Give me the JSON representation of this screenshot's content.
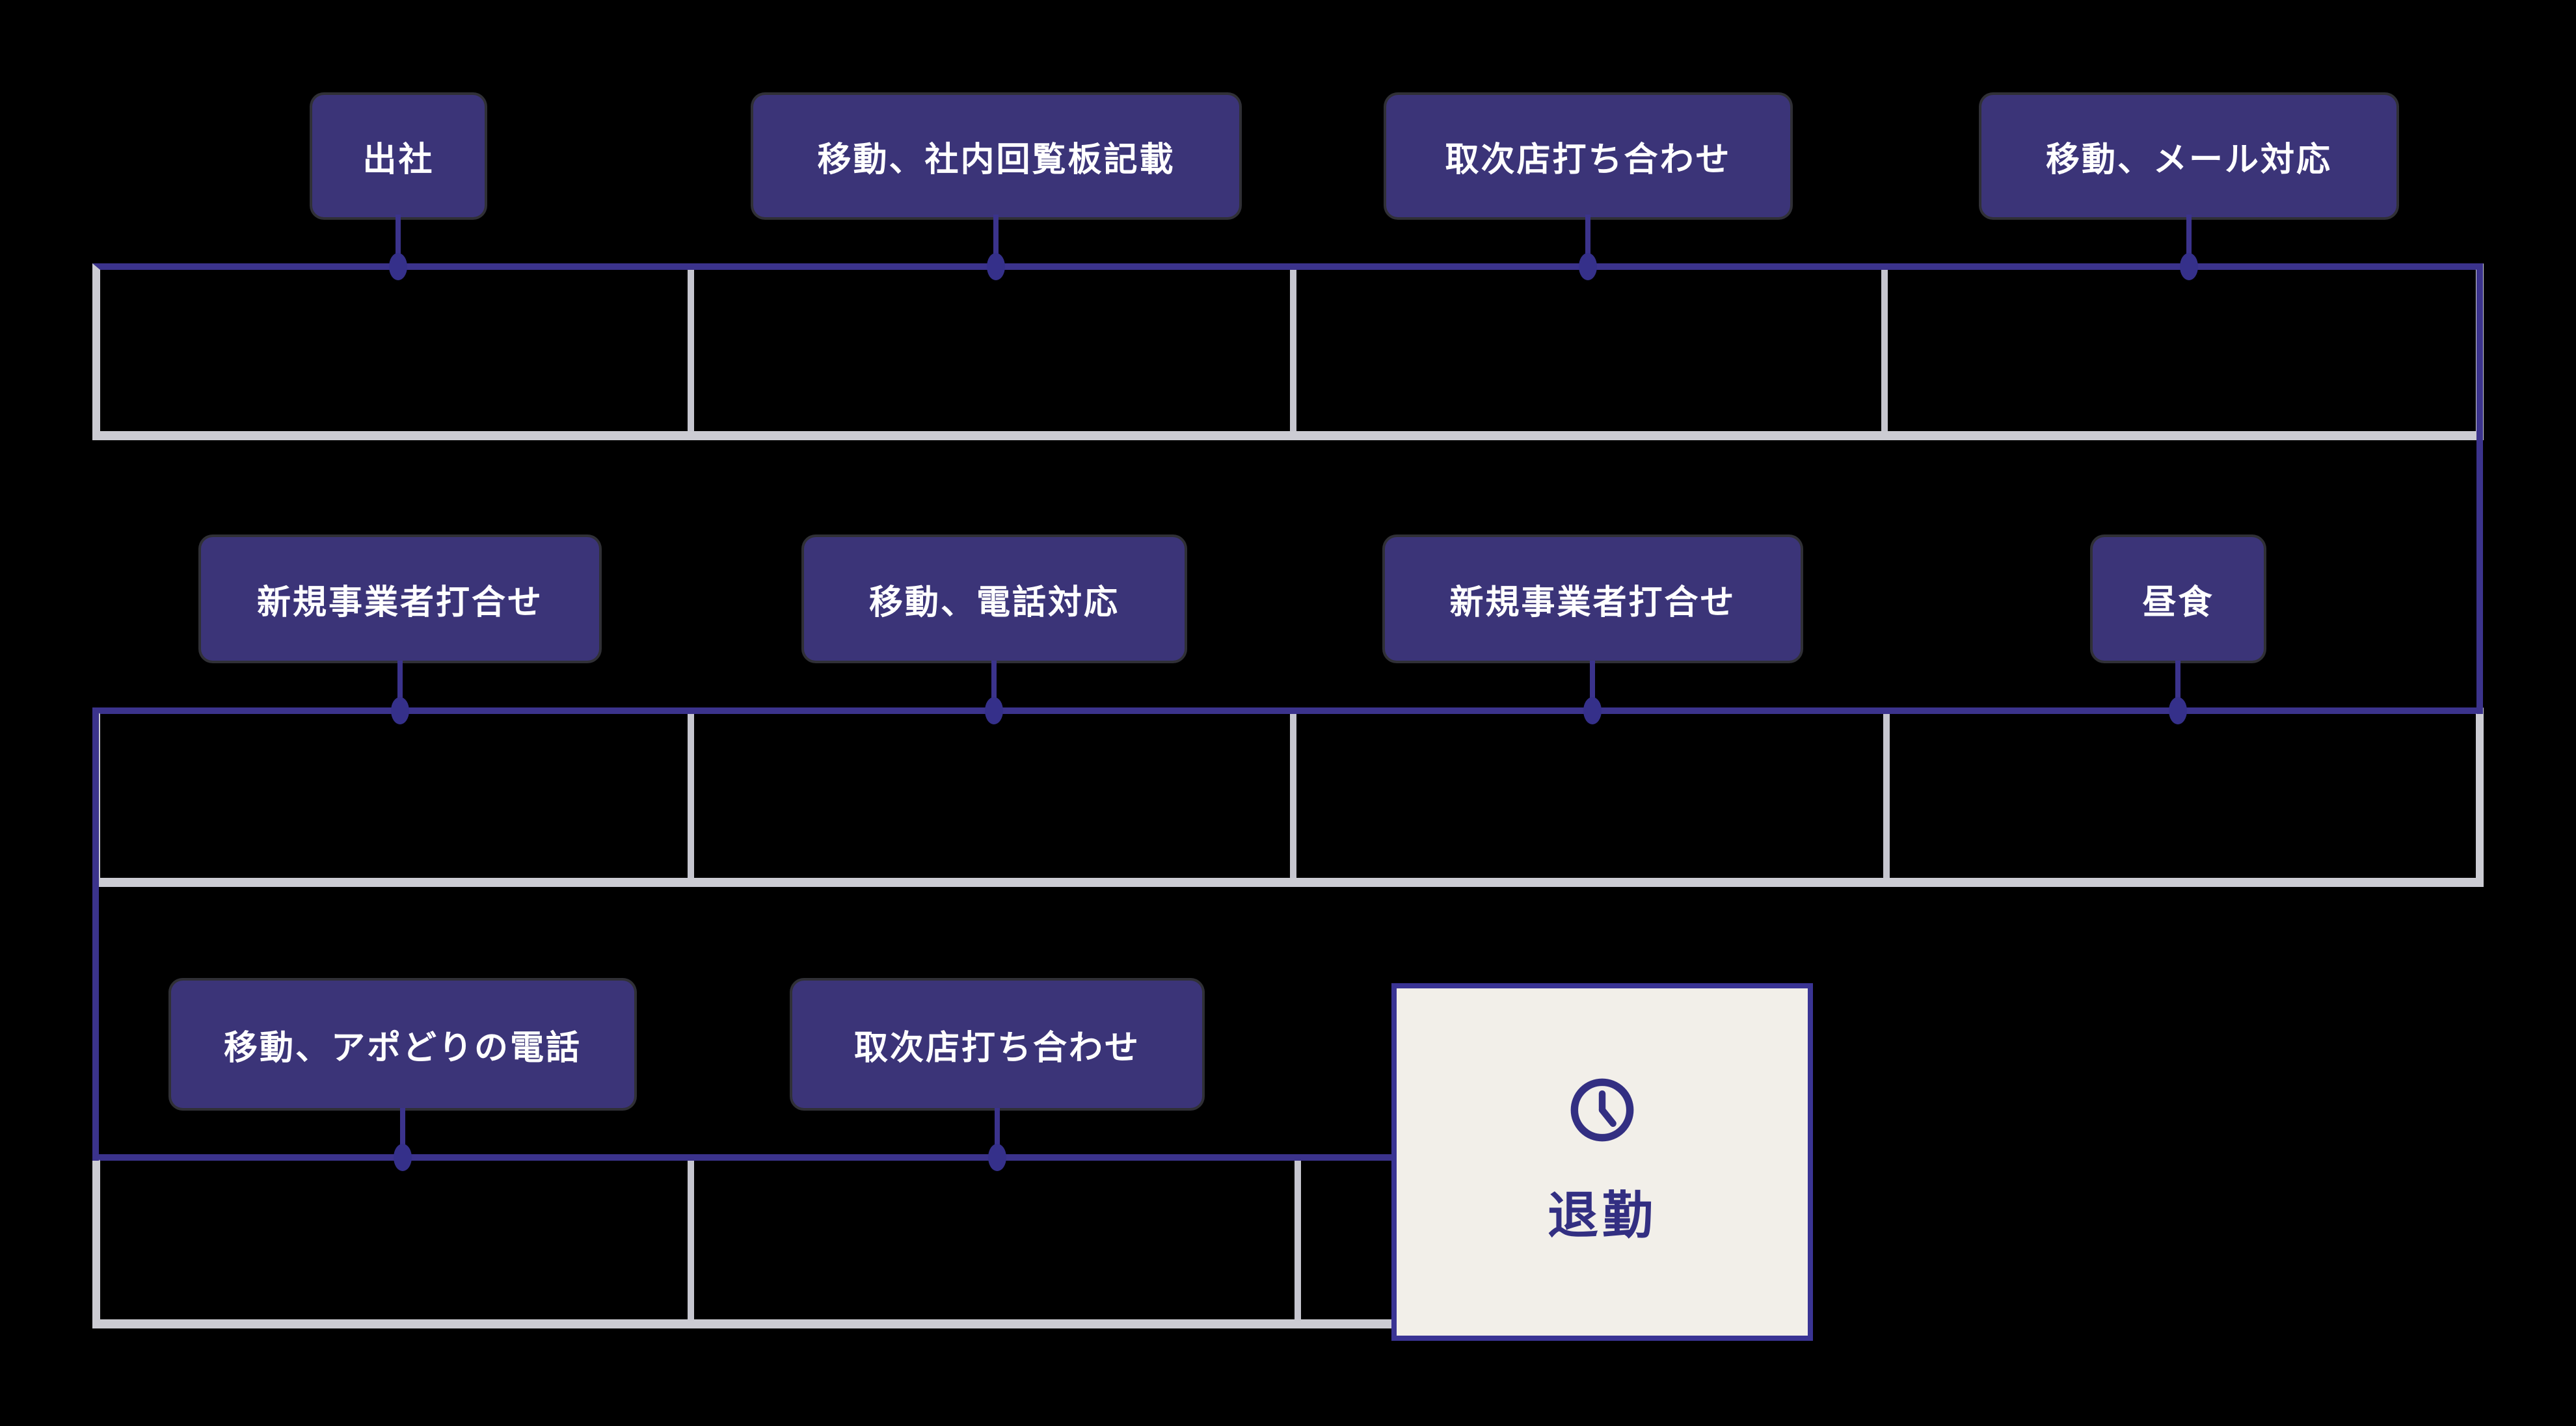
{
  "diagram": {
    "background": "#000000",
    "rows": [
      {
        "name": "row-1",
        "activities": [
          {
            "label": "出社"
          },
          {
            "label": "移動、社内回覧板記載"
          },
          {
            "label": "取次店打ち合わせ"
          },
          {
            "label": "移動、メール対応"
          }
        ]
      },
      {
        "name": "row-2",
        "activities": [
          {
            "label": "新規事業者打合せ"
          },
          {
            "label": "移動、電話対応"
          },
          {
            "label": "新規事業者打合せ"
          },
          {
            "label": "昼食"
          }
        ]
      },
      {
        "name": "row-3",
        "activities": [
          {
            "label": "移動、アポどりの電話"
          },
          {
            "label": "取次店打ち合わせ"
          }
        ]
      }
    ],
    "end_node": {
      "label": "退勤",
      "icon": "clock-icon"
    },
    "colors": {
      "node_fill": "#3b3478",
      "node_text": "#ffffff",
      "timeline": "#3b338c",
      "dot": "#35308a",
      "track_border": "#ccccd3",
      "track_divider": "#c6c6cf",
      "end_fill": "#f2efe9",
      "end_accent": "#332f82",
      "end_border": "#3a3494"
    }
  }
}
